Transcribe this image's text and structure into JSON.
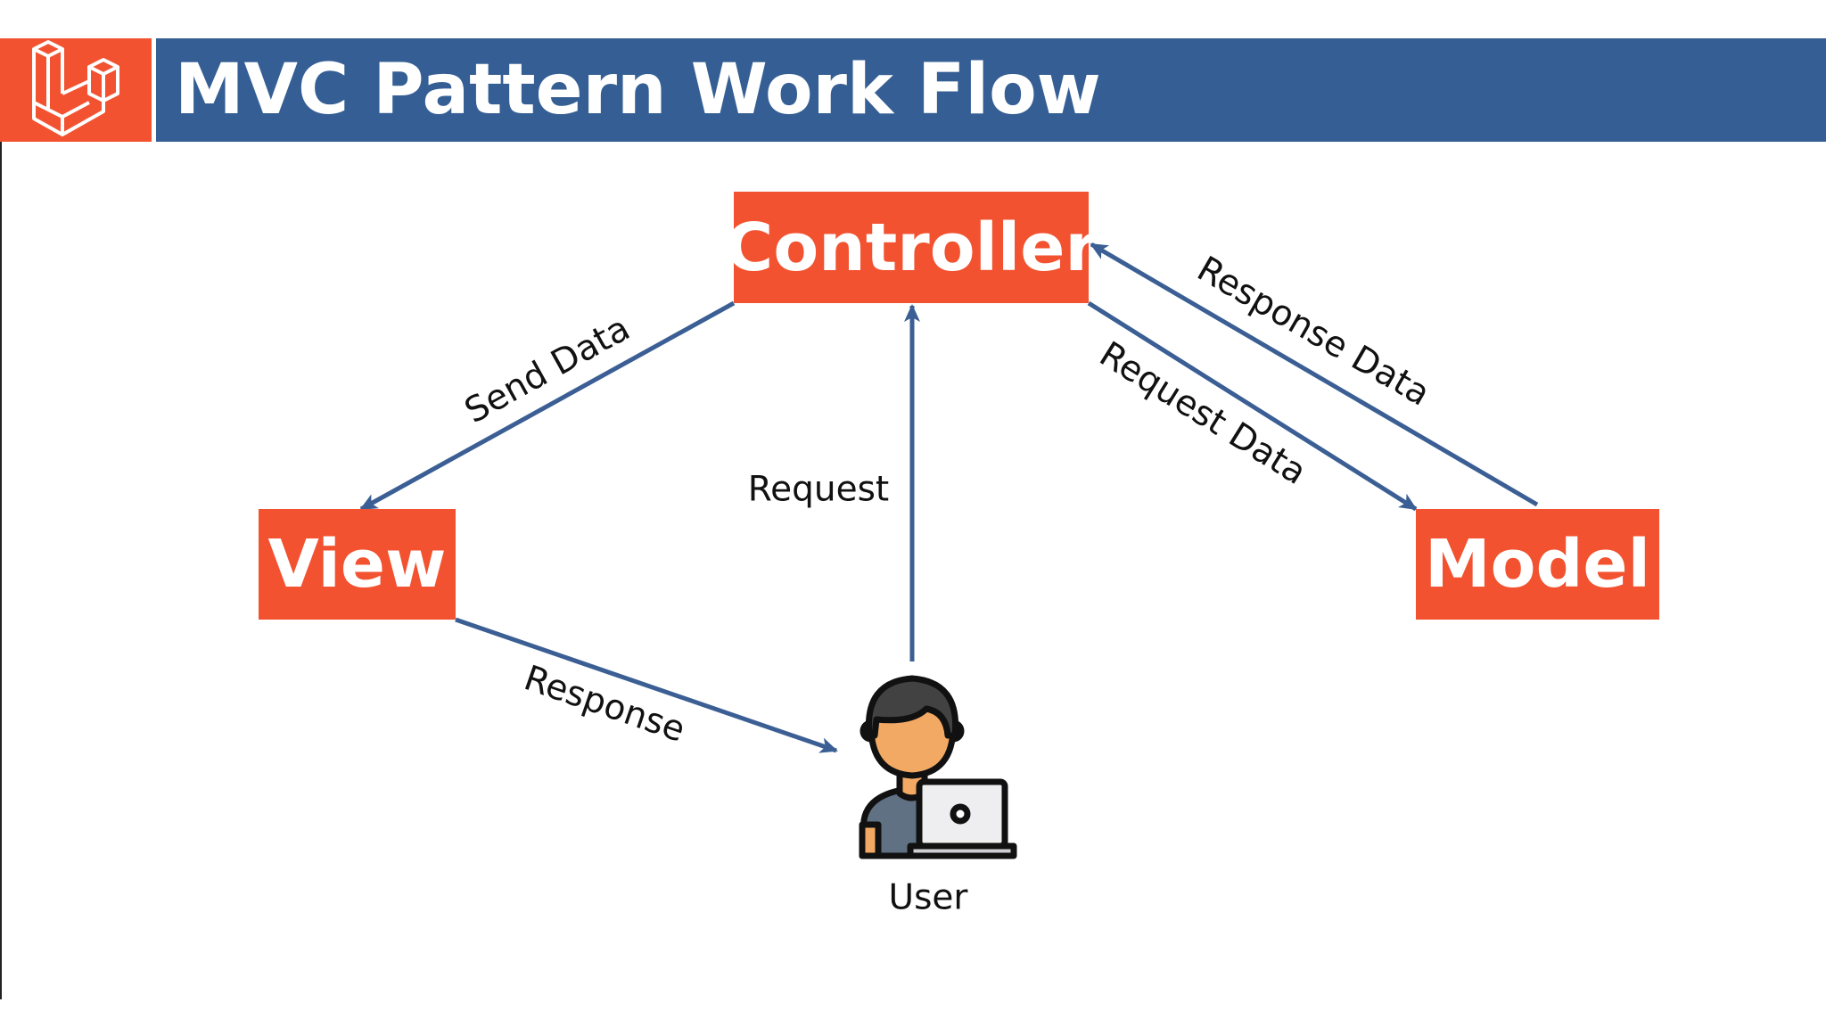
{
  "header": {
    "title": "MVC Pattern Work Flow",
    "logo_icon": "laravel-logo-icon"
  },
  "nodes": {
    "controller": "Controller",
    "view": "View",
    "model": "Model",
    "user": "User"
  },
  "edges": {
    "send_data": "Send Data",
    "request": "Request",
    "response": "Response",
    "request_data": "Request Data",
    "response_data": "Response Data"
  },
  "colors": {
    "accent": "#F25230",
    "header": "#355F94",
    "arrow": "#3B5F94"
  }
}
